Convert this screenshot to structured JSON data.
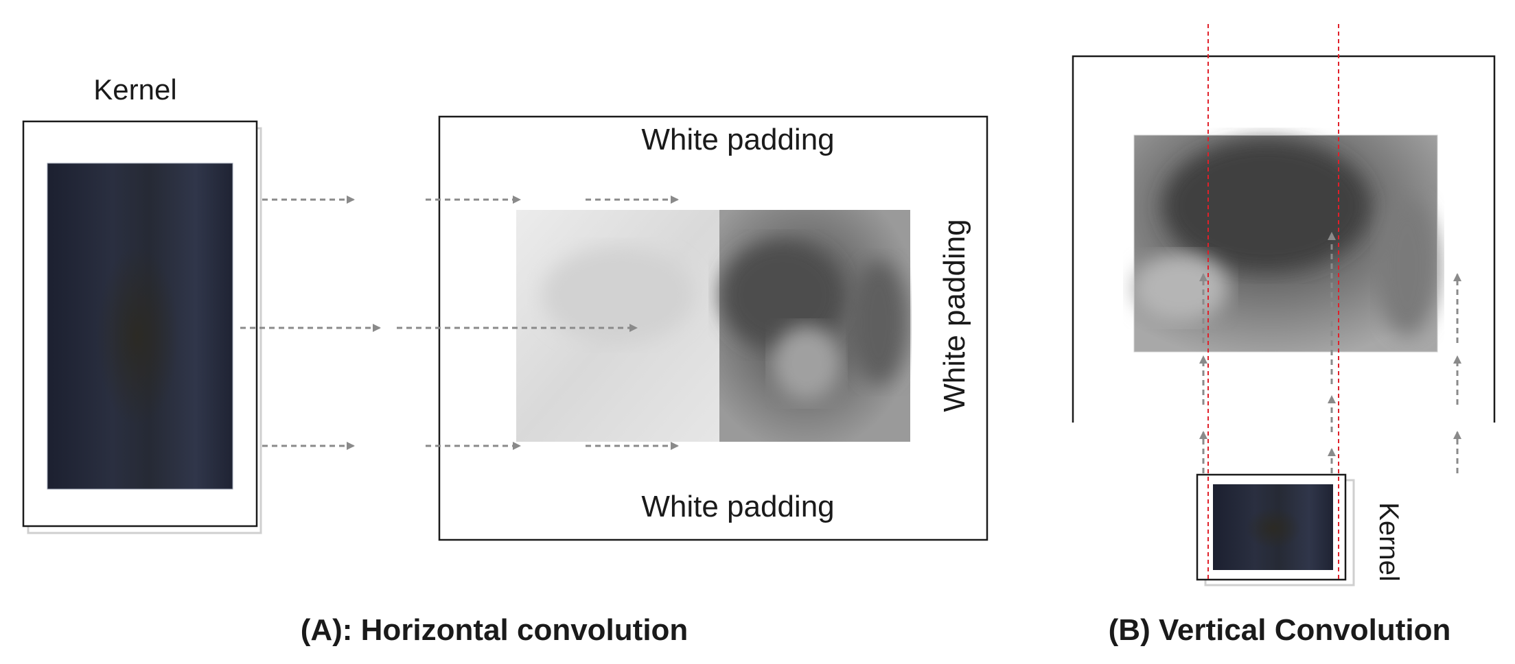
{
  "panel_a": {
    "kernel_label": "Kernel",
    "top_padding_label": "White padding",
    "right_padding_label": "White padding",
    "bottom_padding_label": "White padding",
    "caption": "(A): Horizontal convolution"
  },
  "panel_b": {
    "kernel_label": "Kernel",
    "caption": "(B) Vertical Convolution"
  },
  "colors": {
    "arrow": "#8a8a8a",
    "guide_line": "#e0202a",
    "kernel_fill": "#23283a",
    "frame": "#1a1a1a"
  }
}
